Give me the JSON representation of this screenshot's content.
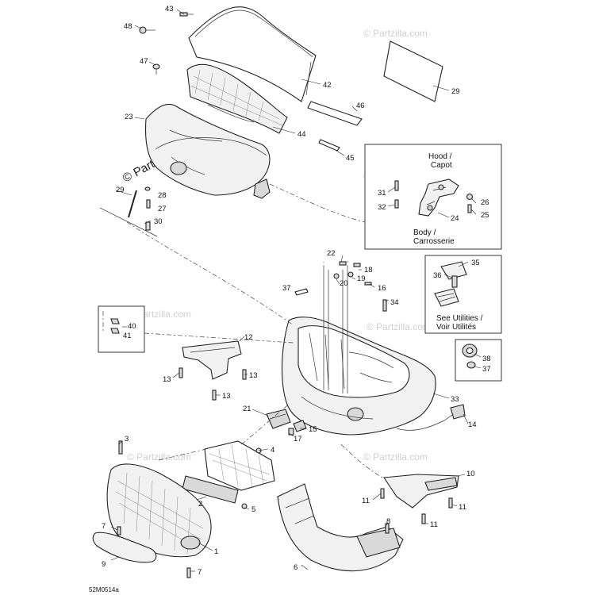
{
  "watermarks": {
    "main": "© Partzilla.com",
    "repeat": "© Partzilla.com"
  },
  "figure_code": "52M0514a",
  "notes": {
    "hood_line1": "Hood /",
    "hood_line2": "Capot",
    "body_line1": "Body /",
    "body_line2": "Carrosserie",
    "utilities_line1": "See Utilities /",
    "utilities_line2": "Voir Utilités"
  },
  "callouts": {
    "c1": "1",
    "c2": "2",
    "c3": "3",
    "c4": "4",
    "c5": "5",
    "c6": "6",
    "c7a": "7",
    "c7b": "7",
    "c8": "8",
    "c9": "9",
    "c10": "10",
    "c11a": "11",
    "c11b": "11",
    "c11c": "11",
    "c12": "12",
    "c13a": "13",
    "c13b": "13",
    "c13c": "13",
    "c14": "14",
    "c15": "15",
    "c16": "16",
    "c17": "17",
    "c18": "18",
    "c19": "19",
    "c20": "20",
    "c21": "21",
    "c22": "22",
    "c23": "23",
    "c24": "24",
    "c25": "25",
    "c26": "26",
    "c27": "27",
    "c28": "28",
    "c29a": "29",
    "c29b": "29",
    "c30": "30",
    "c31": "31",
    "c32": "32",
    "c33": "33",
    "c34": "34",
    "c35": "35",
    "c36": "36",
    "c37a": "37",
    "c37b": "37",
    "c38": "38",
    "c40": "40",
    "c41": "41",
    "c42": "42",
    "c43": "43",
    "c44": "44",
    "c45": "45",
    "c46": "46",
    "c47": "47",
    "c48": "48"
  }
}
